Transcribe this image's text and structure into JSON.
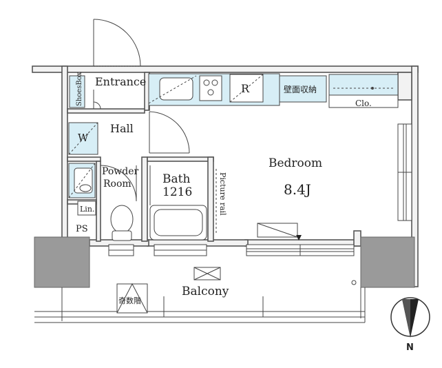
{
  "rooms": {
    "entrance": "Entrance",
    "shoes_box": "ShoesBox",
    "hall": "Hall",
    "washer": "W",
    "powder_room_line1": "Powder",
    "powder_room_line2": "Room",
    "linen": "Lin.",
    "pipe_space": "PS",
    "bath_line1": "Bath",
    "bath_line2": "1216",
    "picture_rail": "Picture rail",
    "bedroom": "Bedroom",
    "bedroom_size": "8.4J",
    "refrigerator": "R",
    "wall_storage": "壁面収納",
    "closet": "Clo.",
    "balcony": "Balcony",
    "escape_hatch": "奇数階"
  },
  "compass": {
    "label": "N"
  },
  "colors": {
    "wall": "#f2f2f2",
    "column": "#9a9a9a",
    "fixture_blue": "#d7eef6",
    "line": "#444444"
  }
}
